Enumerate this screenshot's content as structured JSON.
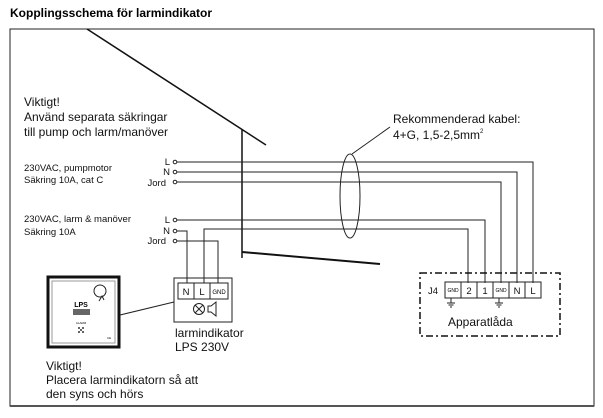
{
  "title": "Kopplingsschema för larmindikator",
  "note_top": [
    "Viktigt!",
    "Använd separata säkringar",
    "till pump och larm/manöver"
  ],
  "cable": [
    "Rekommenderad kabel:",
    "4+G, 1,5-2,5mm",
    "2"
  ],
  "supply_pump": {
    "lines": [
      "230VAC, pumpmotor",
      "Säkring 10A, cat C"
    ],
    "terminals": [
      "L",
      "N",
      "Jord"
    ]
  },
  "supply_alarm": {
    "lines": [
      "230VAC, larm & manöver",
      "Säkring 10A"
    ],
    "terminals": [
      "L",
      "N",
      "Jord"
    ]
  },
  "indicator": {
    "terminals": [
      "N",
      "L",
      "GND"
    ],
    "label": [
      "larmindikator",
      "LPS 230V"
    ],
    "device_text": "LPS",
    "device_small": "ALARM",
    "device_ce": "CE"
  },
  "box": {
    "connector": "J4",
    "terminals": [
      "GND",
      "2",
      "1",
      "GND",
      "N",
      "L"
    ],
    "label": "Apparatlåda"
  },
  "note_bottom": [
    "Viktigt!",
    "Placera larmindikatorn så att",
    "den syns och hörs"
  ]
}
